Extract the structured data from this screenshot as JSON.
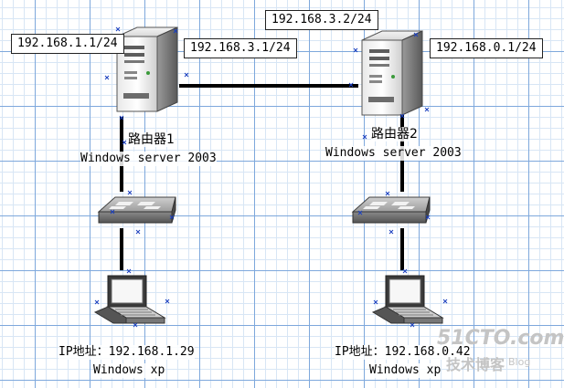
{
  "routers": [
    {
      "name": "路由器1",
      "os": "Windows server 2003",
      "ip_left": "192.168.1.1/24",
      "ip_right": "192.168.3.1/24",
      "icon": "server-tower-icon"
    },
    {
      "name": "路由器2",
      "os": "Windows server 2003",
      "ip_left": "192.168.3.2/24",
      "ip_right": "192.168.0.1/24",
      "icon": "server-tower-icon"
    }
  ],
  "switches": [
    {
      "icon": "network-switch-icon"
    },
    {
      "icon": "network-switch-icon"
    }
  ],
  "clients": [
    {
      "ip_label": "IP地址：192.168.1.29",
      "os": "Windows xp",
      "icon": "laptop-icon"
    },
    {
      "ip_label": "IP地址：192.168.0.42",
      "os": "Windows xp",
      "icon": "laptop-icon"
    }
  ],
  "watermark": {
    "brand": "51CTO.com",
    "tagline": "技术博客",
    "suffix": "Blog"
  },
  "colors": {
    "grid_major": "#7ea8dc",
    "grid_minor": "#d8e6f5",
    "link": "#000000",
    "connection_point": "#1a3fbf"
  }
}
